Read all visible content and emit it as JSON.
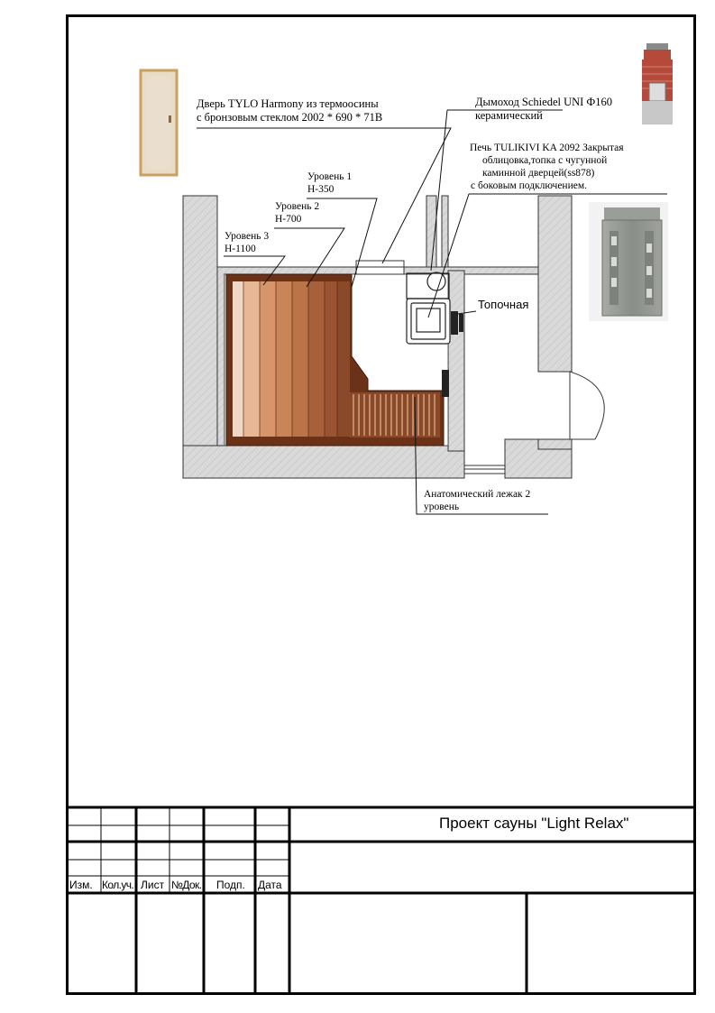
{
  "annotations": {
    "door": [
      "Дверь TYLO Harmony из термоосины",
      "с бронзовым стеклом 2002 * 690 * 71B"
    ],
    "chimney": [
      "Дымоход Schiedel UNI Ф160",
      "керамический"
    ],
    "stove": [
      "Печь TULIKIVI KA 2092 Закрытая",
      "облицовка,топка с чугунной",
      "каминной дверцей(ss878)",
      "с боковым подключением."
    ],
    "level1": [
      "Уровень 1",
      "H-350"
    ],
    "level2": [
      "Уровень 2",
      "H-700"
    ],
    "level3": [
      "Уровень 3",
      "H-1100"
    ],
    "firebox_room": "Топочная",
    "lounger": [
      "Анатомический лежак 2",
      "уровень"
    ]
  },
  "title_block": {
    "project_title": "Проект сауны \"Light Relax\"",
    "headers": [
      "Изм.",
      "Кол.уч.",
      "Лист",
      "№Док.",
      "Подп.",
      "Дата"
    ]
  },
  "colors": {
    "wall": "#d9d9d9",
    "bench_dark": "#7a3b1c",
    "bench_mid": "#b8704a",
    "bench_light": "#e3b89a",
    "door_frame": "#c8a060",
    "stove_stone": "#8e928d",
    "chimney_brick": "#b5493a"
  }
}
